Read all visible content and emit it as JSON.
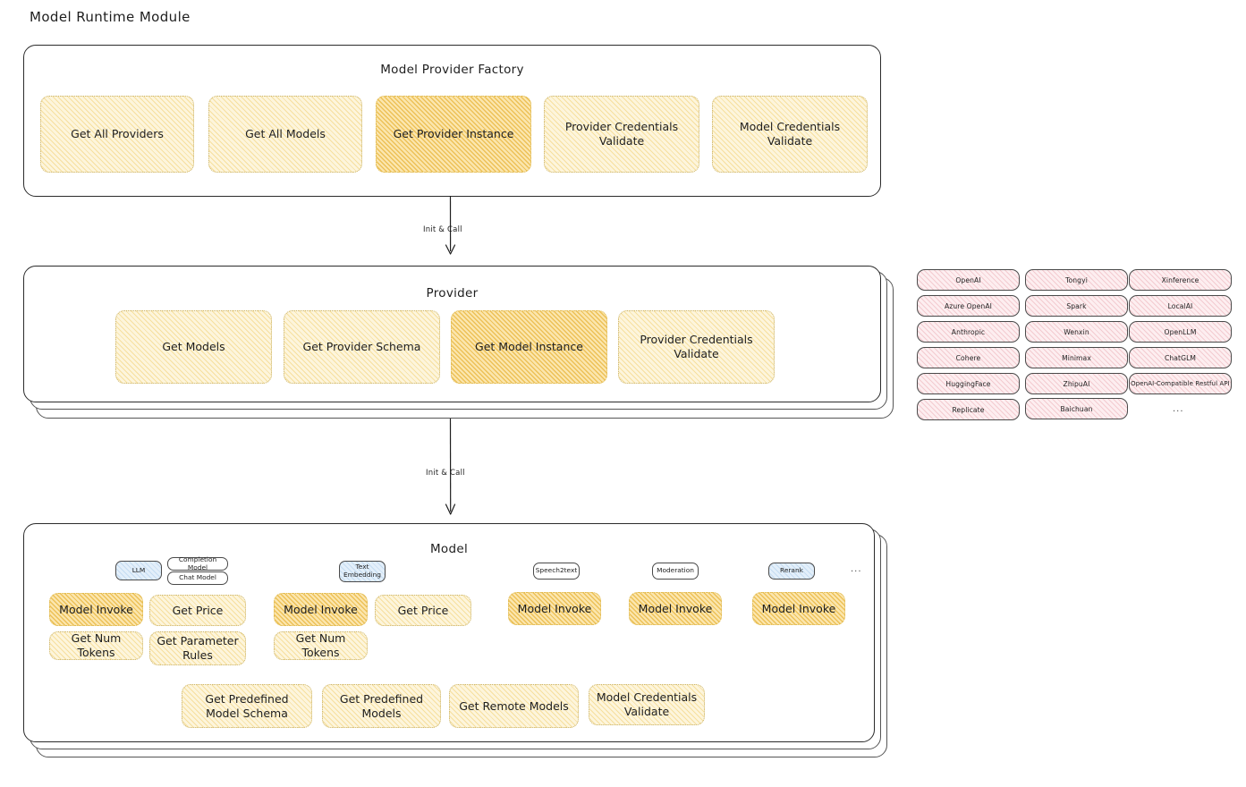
{
  "diagram": {
    "title": "Model Runtime Module"
  },
  "factory": {
    "title": "Model Provider Factory",
    "nodes": [
      {
        "label": "Get All Providers",
        "highlight": false
      },
      {
        "label": "Get All Models",
        "highlight": false
      },
      {
        "label": "Get Provider Instance",
        "highlight": true
      },
      {
        "label": "Provider Credentials Validate",
        "highlight": false
      },
      {
        "label": "Model Credentials Validate",
        "highlight": false
      }
    ]
  },
  "connectors": [
    {
      "label": "Init & Call"
    },
    {
      "label": "Init & Call"
    }
  ],
  "provider": {
    "title": "Provider",
    "nodes": [
      {
        "label": "Get Models",
        "highlight": false
      },
      {
        "label": "Get Provider Schema",
        "highlight": false
      },
      {
        "label": "Get Model Instance",
        "highlight": true
      },
      {
        "label": "Provider Credentials Validate",
        "highlight": false
      }
    ]
  },
  "provider_list": {
    "columns": [
      {
        "items": [
          "OpenAI",
          "Azure OpenAI",
          "Anthropic",
          "Cohere",
          "HuggingFace",
          "Replicate"
        ]
      },
      {
        "items": [
          "Tongyi",
          "Spark",
          "Wenxin",
          "Minimax",
          "ZhipuAI",
          "Baichuan"
        ]
      },
      {
        "items": [
          "Xinference",
          "LocalAI",
          "OpenLLM",
          "ChatGLM",
          "OpenAI-Compatible Restful API"
        ]
      }
    ],
    "more": "..."
  },
  "model": {
    "title": "Model",
    "more": "...",
    "types": [
      {
        "badge": "LLM",
        "badge_style": "blue",
        "sub_badges": [
          "Completion Model",
          "Chat Model"
        ],
        "nodes": [
          {
            "label": "Model Invoke",
            "highlight": true
          },
          {
            "label": "Get Price",
            "highlight": false
          },
          {
            "label": "Get Num Tokens",
            "highlight": false
          },
          {
            "label": "Get Parameter Rules",
            "highlight": false
          }
        ]
      },
      {
        "badge": "Text Embedding",
        "badge_style": "blue",
        "sub_badges": [],
        "nodes": [
          {
            "label": "Model Invoke",
            "highlight": true
          },
          {
            "label": "Get Price",
            "highlight": false
          },
          {
            "label": "Get Num Tokens",
            "highlight": false
          }
        ]
      },
      {
        "badge": "Speech2text",
        "badge_style": "white",
        "sub_badges": [],
        "nodes": [
          {
            "label": "Model Invoke",
            "highlight": true
          }
        ]
      },
      {
        "badge": "Moderation",
        "badge_style": "white",
        "sub_badges": [],
        "nodes": [
          {
            "label": "Model Invoke",
            "highlight": true
          }
        ]
      },
      {
        "badge": "Rerank",
        "badge_style": "blue",
        "sub_badges": [],
        "nodes": [
          {
            "label": "Model Invoke",
            "highlight": true
          }
        ]
      }
    ],
    "common_nodes": [
      {
        "label": "Get Predefined Model Schema"
      },
      {
        "label": "Get Predefined Models"
      },
      {
        "label": "Get Remote Models"
      },
      {
        "label": "Model Credentials Validate"
      }
    ]
  },
  "colors": {
    "fill_light": "#fdf5dc",
    "fill_strong": "#fbe6ae",
    "chip_pink": "#fdeef0",
    "badge_blue": "#e3effa",
    "stroke": "#1e1e1e"
  }
}
